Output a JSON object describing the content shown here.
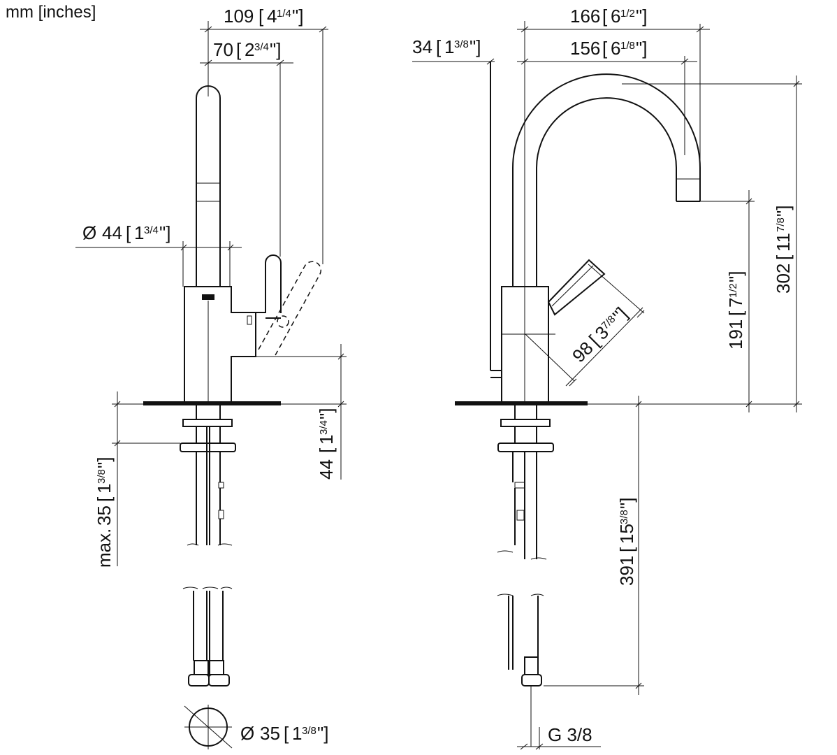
{
  "units_label": "mm [inches]",
  "dimensions": {
    "overall_depth": {
      "mm": "109",
      "in_whole": "4",
      "in_frac": "1/4"
    },
    "spout_offset": {
      "mm": "70",
      "in_whole": "2",
      "in_frac": "3/4"
    },
    "body_diameter": {
      "prefix": "Ø",
      "mm": "44",
      "in_whole": "1",
      "in_frac": "3/4"
    },
    "deck_to_body": {
      "mm": "44",
      "in_whole": "1",
      "in_frac": "3/4"
    },
    "max_deck_thickness": {
      "prefix": "max.",
      "mm": "35",
      "in_whole": "1",
      "in_frac": "3/8"
    },
    "hole_diameter": {
      "prefix": "Ø",
      "mm": "35",
      "in_whole": "1",
      "in_frac": "3/8"
    },
    "spout_reach_total": {
      "mm": "166",
      "in_whole": "6",
      "in_frac": "1/2"
    },
    "spout_reach": {
      "mm": "156",
      "in_whole": "6",
      "in_frac": "1/8"
    },
    "rod_offset": {
      "mm": "34",
      "in_whole": "1",
      "in_frac": "3/8"
    },
    "lever_length": {
      "mm": "98",
      "in_whole": "3",
      "in_frac": "7/8"
    },
    "spout_height": {
      "mm": "191",
      "in_whole": "7",
      "in_frac": "1/2"
    },
    "overall_height": {
      "mm": "302",
      "in_whole": "11",
      "in_frac": "7/8"
    },
    "hose_length": {
      "mm": "391",
      "in_whole": "15",
      "in_frac": "3/8"
    }
  },
  "connection_thread": "G 3/8"
}
